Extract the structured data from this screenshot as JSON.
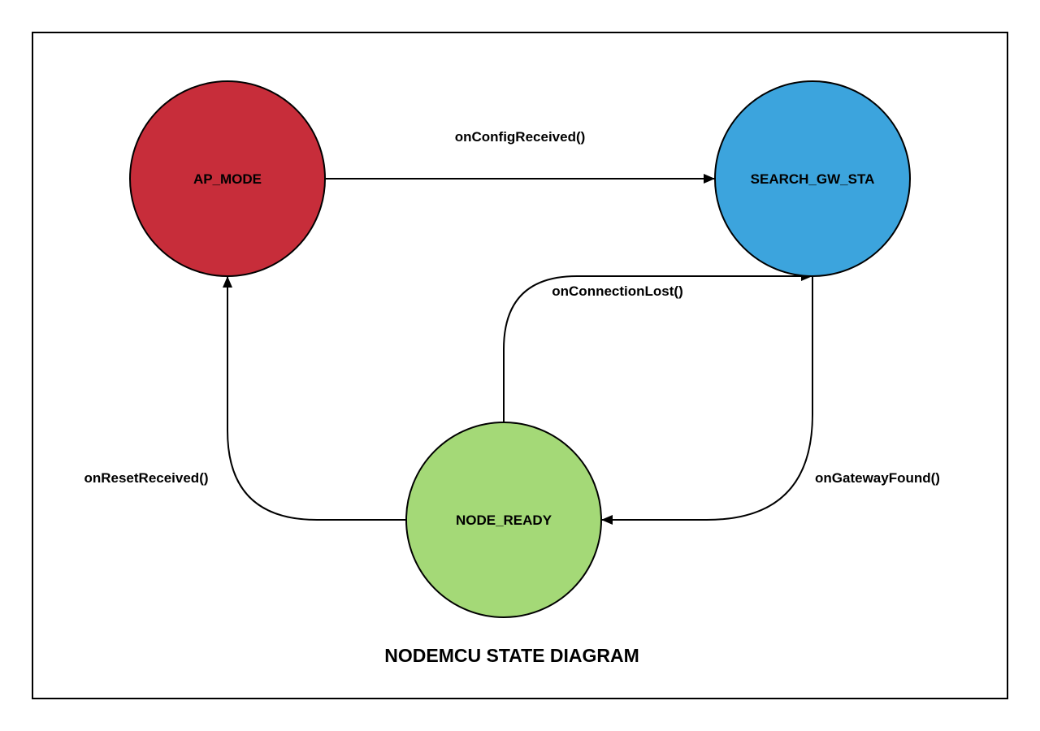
{
  "title": "NODEMCU STATE DIAGRAM",
  "colors": {
    "ap_mode": "#c72d3a",
    "search_gw_sta": "#3ca4dd",
    "node_ready": "#a4d977",
    "stroke": "#000000",
    "background": "#ffffff"
  },
  "states": {
    "ap_mode": {
      "label": "AP_MODE"
    },
    "search_gw_sta": {
      "label": "SEARCH_GW_STA"
    },
    "node_ready": {
      "label": "NODE_READY"
    }
  },
  "transitions": {
    "config_received": {
      "label": "onConfigReceived()",
      "from": "AP_MODE",
      "to": "SEARCH_GW_STA"
    },
    "connection_lost": {
      "label": "onConnectionLost()",
      "from": "NODE_READY",
      "to": "SEARCH_GW_STA"
    },
    "gateway_found": {
      "label": "onGatewayFound()",
      "from": "SEARCH_GW_STA",
      "to": "NODE_READY"
    },
    "reset_received": {
      "label": "onResetReceived()",
      "from": "NODE_READY",
      "to": "AP_MODE"
    }
  }
}
